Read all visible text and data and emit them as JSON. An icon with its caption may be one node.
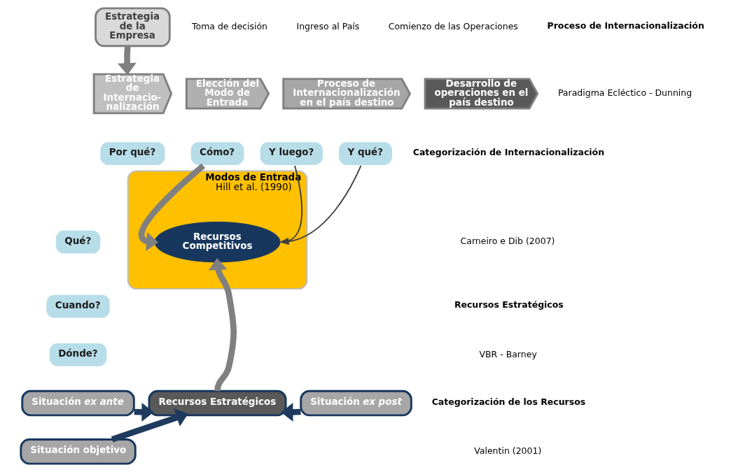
{
  "diagram": {
    "nodes": [
      {
        "text": [
          "Estrategia de la Empresa"
        ]
      },
      {
        "text": [
          "Estrategia de Internacio- nalización"
        ]
      },
      {
        "text": [
          "Elección del Modo de Entrada"
        ]
      },
      {
        "text": [
          "Proceso de Internacionalización en el país destino"
        ]
      },
      {
        "text": [
          "Desarrollo de operaciones en el país destino"
        ]
      },
      {
        "text": [
          "Por qué?"
        ]
      },
      {
        "text": [
          "Qué?"
        ]
      },
      {
        "text": [
          "Cuando?"
        ]
      },
      {
        "text": [
          "Dónde?"
        ]
      },
      {
        "text": [
          "Modos de Entrada",
          "Hill et al. (1990)"
        ]
      },
      {
        "text": [
          "Cómo?"
        ]
      },
      {
        "text": [
          "Recursos Competitivos"
        ],
        "in": 9
      },
      {
        "text": [
          "Y luego?"
        ]
      },
      {
        "text": [
          "Y qué?"
        ]
      },
      {
        "text": [
          "Situación *ex ante*"
        ]
      },
      {
        "text": [
          "Situación objetivo"
        ]
      },
      {
        "text": [
          "Recursos Estratégicos"
        ]
      },
      {
        "text": [
          "Situación *ex post*"
        ]
      }
    ],
    "edges": [
      {
        "from": 0,
        "to": 1,
        "arrow": "to",
        "color": "#808080"
      },
      {
        "from": 10,
        "to": 11,
        "arrow": "to",
        "color": "#808080"
      },
      {
        "from": 12,
        "to": 11,
        "arrow": "to"
      },
      {
        "from": 13,
        "to": 11,
        "arrow": "to"
      },
      {
        "from": 16,
        "to": 11,
        "arrow": "to",
        "color": "#808080"
      },
      {
        "from": 14,
        "to": 16,
        "arrow": "to",
        "color": "#1f3a5f"
      },
      {
        "from": 15,
        "to": 16,
        "arrow": "to",
        "color": "#1f3a5f"
      },
      {
        "from": 17,
        "to": 16,
        "arrow": "to",
        "color": "#1f3a5f"
      }
    ],
    "labels": [
      "Proceso de Internacionalización",
      "Paradigma Ecléctico - Dunning",
      "Toma de decisión",
      "Ingreso al País",
      "Comienzo de las Operaciones",
      "Categorización de Internacionalización",
      "Carneiro e Dib (2007)",
      "Recursos Estratégicos",
      "VBR - Barney",
      "Categorización de los Recursos",
      "Valentin (2001)"
    ]
  }
}
